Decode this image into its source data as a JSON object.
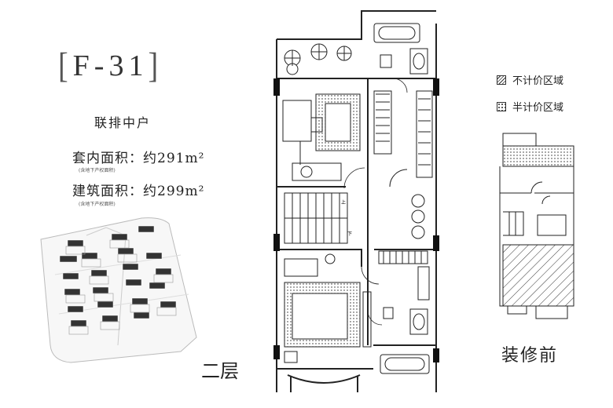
{
  "header": {
    "model_code": "F-31",
    "bracket_open": "[",
    "bracket_close": "]",
    "unit_type": "联排中户"
  },
  "areas": {
    "inner_label": "套内面积：约291m²",
    "inner_note": "(含地下产权面积)",
    "build_label": "建筑面积：约299m²",
    "build_note": "(含地下产权面积)"
  },
  "legend": {
    "not_counted": "不计价区域",
    "half_counted": "半计价区域"
  },
  "labels": {
    "floor": "二层",
    "before_renovation": "装修前"
  },
  "plan_marks": {
    "stair_up": "上",
    "stair_down": "下"
  },
  "colors": {
    "line": "#222222",
    "text": "#222222",
    "site_plan_dark": "#333333"
  }
}
